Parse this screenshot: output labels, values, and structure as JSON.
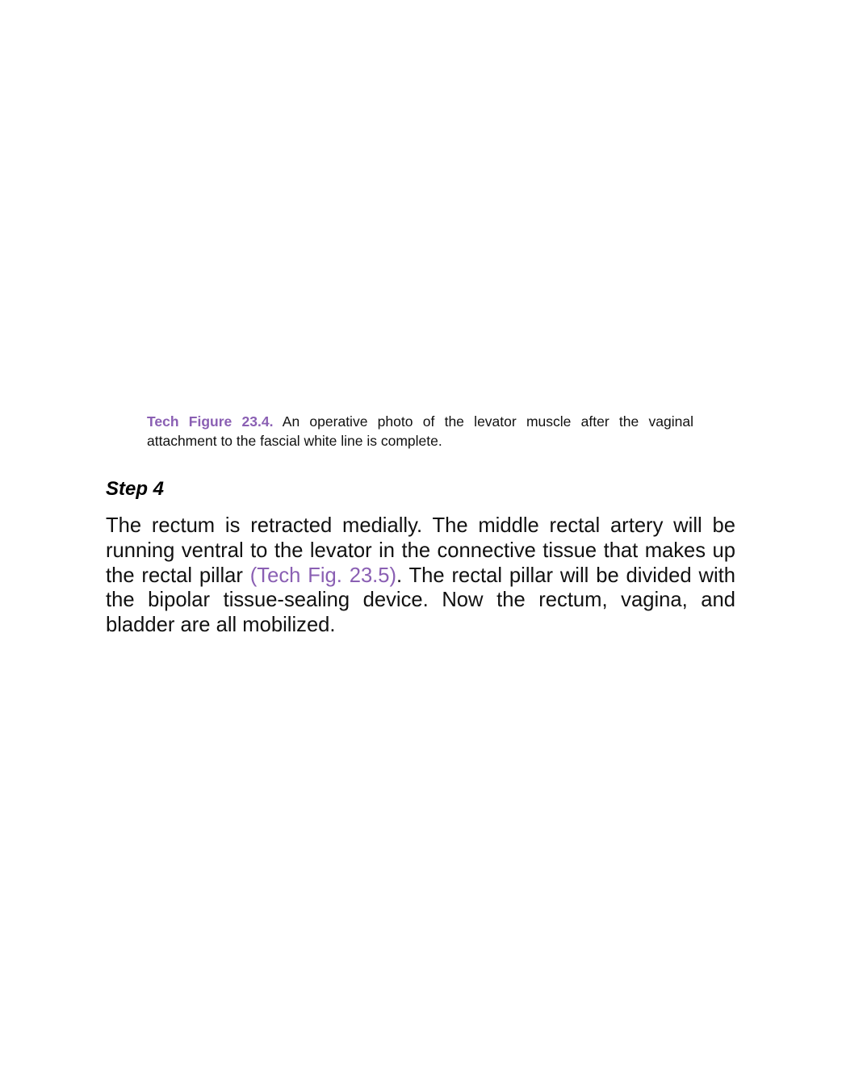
{
  "caption": {
    "label": "Tech Figure 23.4.",
    "text": "An operative photo of the levator muscle after the vaginal attachment to the fascial white line is complete."
  },
  "step": {
    "heading": "Step 4",
    "text_before_ref": "The rectum is retracted medially. The middle rectal artery will be running ventral to the levator in the connective tissue that makes up the rectal pillar ",
    "figure_ref": "(Tech Fig. 23.5)",
    "text_after_ref": ". The rectal pillar will be divided with the bipolar tissue-sealing device. Now the rectum, vagina, and bladder are all mobilized."
  },
  "colors": {
    "accent": "#8a5fb3",
    "text": "#111111",
    "background": "#ffffff"
  }
}
